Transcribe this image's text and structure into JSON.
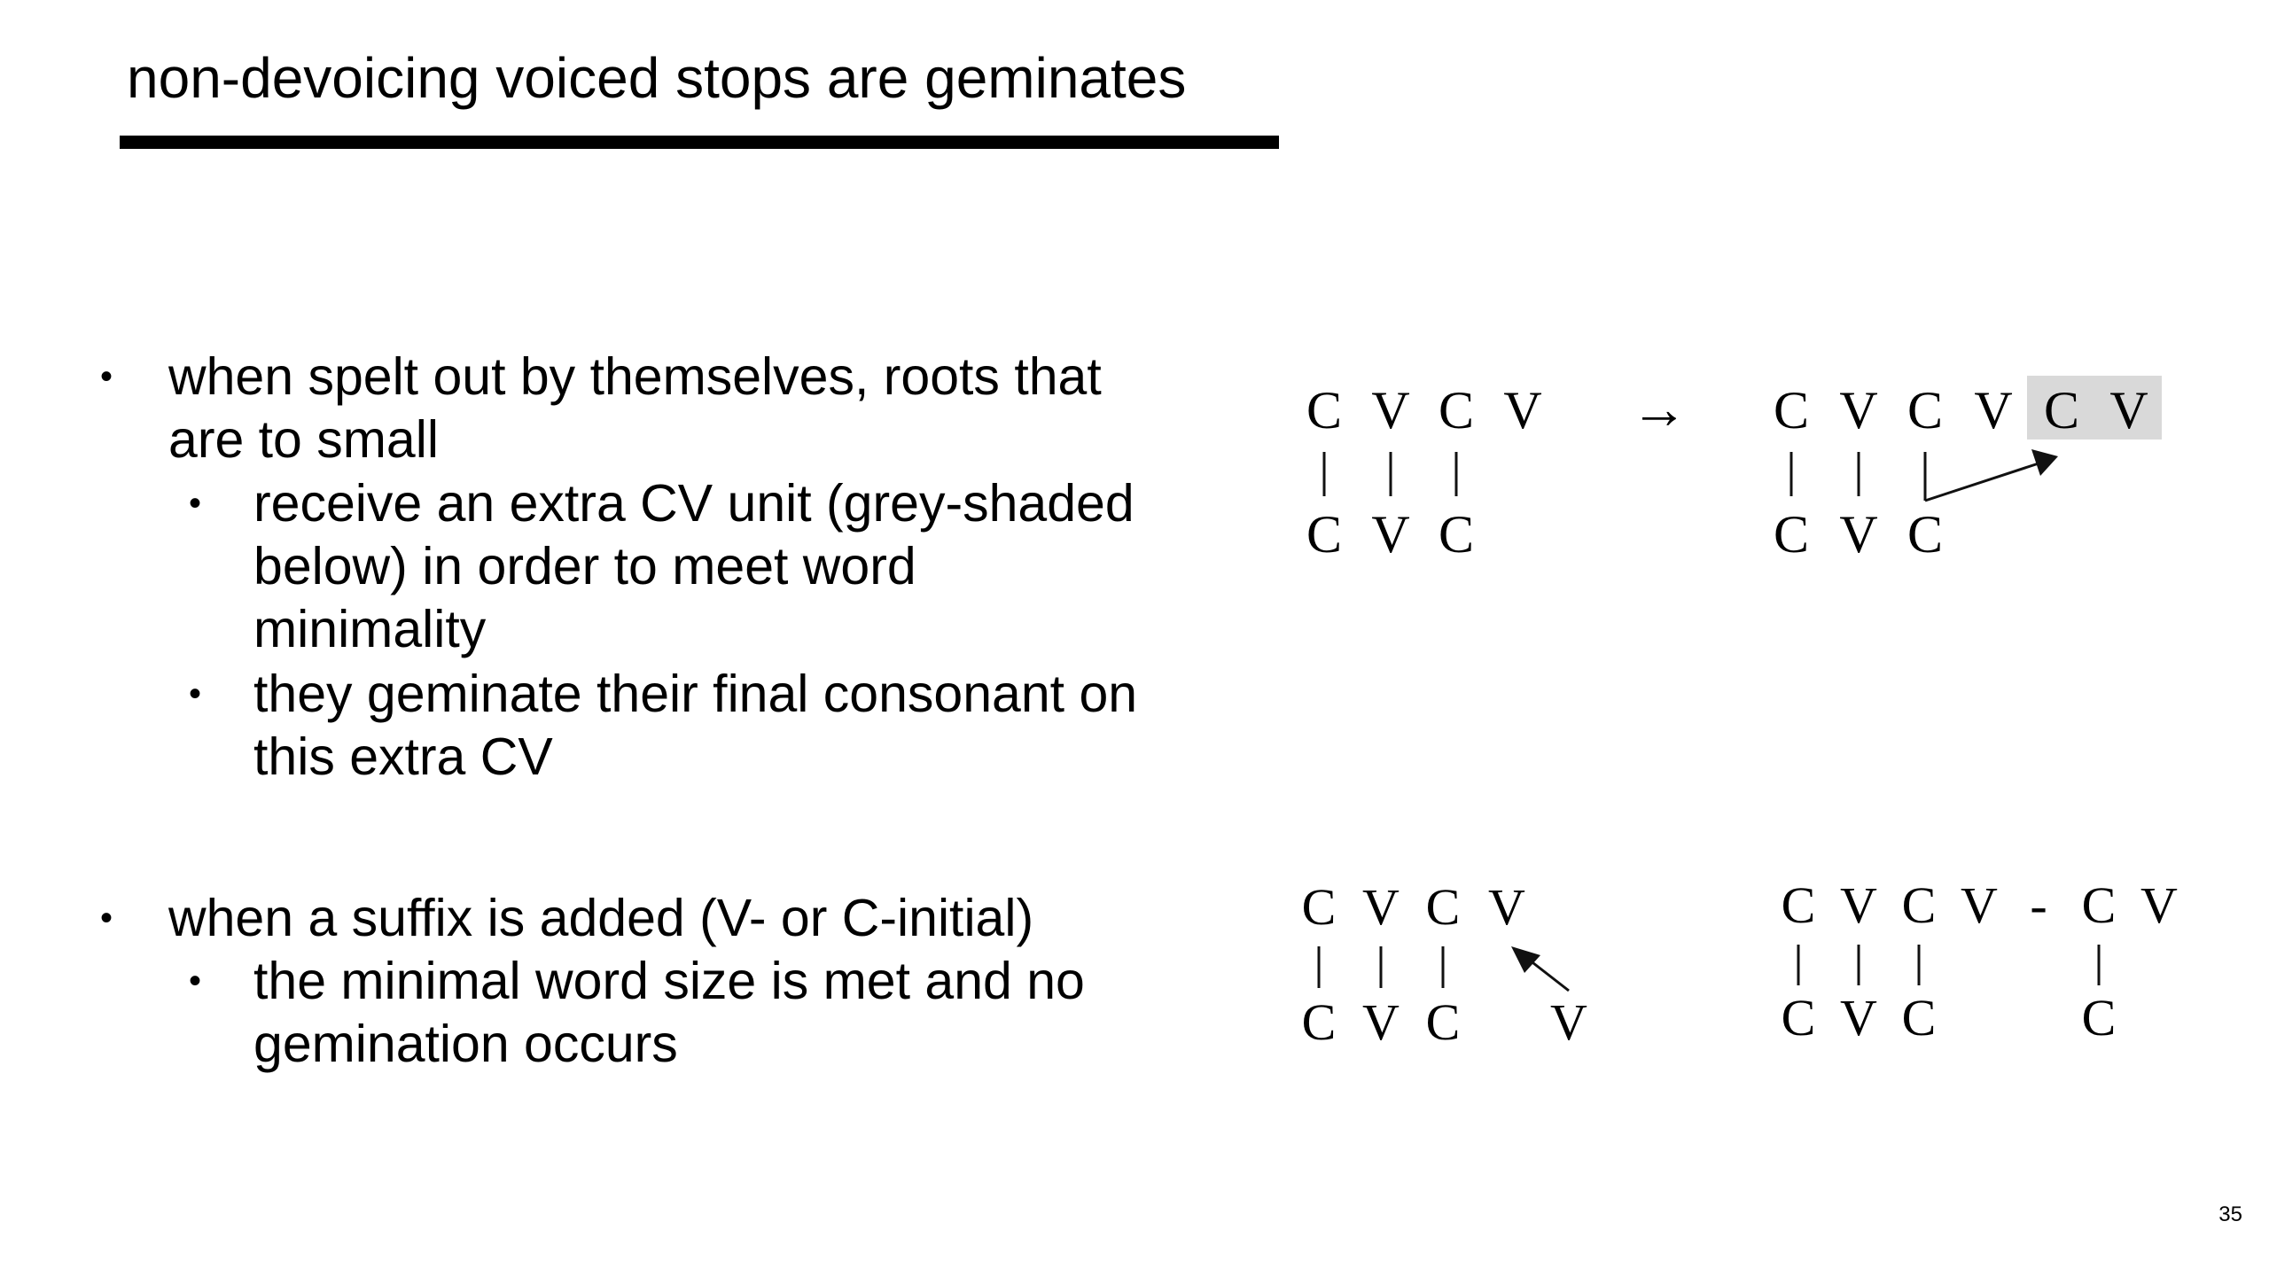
{
  "slide": {
    "title": "non-devoicing voiced stops are geminates",
    "page_number": "35",
    "bullets": [
      {
        "lines": [
          "when spelt out by themselves, roots that",
          "are to small"
        ],
        "sub": [
          {
            "lines": [
              "receive an extra CV unit (grey-shaded",
              "below) in order to meet word",
              "minimality"
            ]
          },
          {
            "lines": [
              "they geminate their final consonant on",
              "this extra CV"
            ]
          }
        ]
      },
      {
        "lines": [
          "when a suffix is added (V- or C-initial)"
        ],
        "sub": [
          {
            "lines": [
              "the minimal word size is met and no",
              "gemination occurs"
            ]
          }
        ]
      }
    ],
    "bullet_symbol": "•",
    "diagrams": {
      "d1_left": {
        "top": [
          "C",
          "V",
          "C",
          "V"
        ],
        "bottom": [
          "C",
          "V",
          "C"
        ]
      },
      "arrow": "→",
      "d1_right": {
        "top": [
          "C",
          "V",
          "C",
          "V"
        ],
        "shaded": [
          "C",
          "V"
        ],
        "bottom": [
          "C",
          "V",
          "C"
        ]
      },
      "d2_left": {
        "top": [
          "C",
          "V",
          "C",
          "V"
        ],
        "bottom": [
          "C",
          "V",
          "C"
        ],
        "floating": "V"
      },
      "d2_right": {
        "top": [
          "C",
          "V",
          "C",
          "V",
          "-",
          "C",
          "V"
        ],
        "bottom": [
          "C",
          "V",
          "C",
          "C"
        ]
      },
      "shade_color": "#d9d9d9"
    }
  }
}
